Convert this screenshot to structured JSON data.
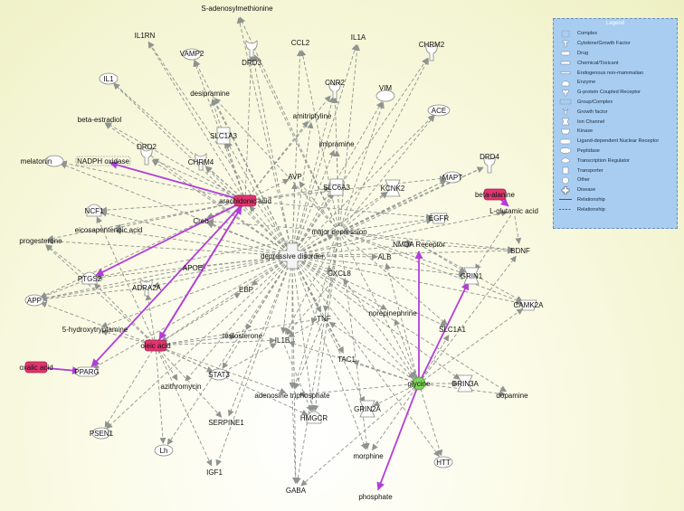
{
  "legend": {
    "title": "Legend",
    "items": [
      {
        "label": "Complex",
        "shape": "complex"
      },
      {
        "label": "Cytokine/Growth Factor",
        "shape": "cytokine"
      },
      {
        "label": "Drug",
        "shape": "drug"
      },
      {
        "label": "Chemical/Toxicant",
        "shape": "chemical"
      },
      {
        "label": "Endogenous non-mammalian",
        "shape": "endogenous"
      },
      {
        "label": "Enzyme",
        "shape": "enzyme"
      },
      {
        "label": "G-protein Coupled Receptor",
        "shape": "gpcr"
      },
      {
        "label": "Group/Complex",
        "shape": "group"
      },
      {
        "label": "Growth factor",
        "shape": "growth"
      },
      {
        "label": "Ion Channel",
        "shape": "ion"
      },
      {
        "label": "Kinase",
        "shape": "kinase"
      },
      {
        "label": "Ligand-dependent Nuclear Receptor",
        "shape": "nuclear"
      },
      {
        "label": "Peptidase",
        "shape": "peptidase"
      },
      {
        "label": "Transcription Regulator",
        "shape": "transcription"
      },
      {
        "label": "Transporter",
        "shape": "transporter"
      },
      {
        "label": "Other",
        "shape": "other"
      },
      {
        "label": "Disease",
        "shape": "disease"
      },
      {
        "label": "Relationship",
        "shape": "solid-line"
      },
      {
        "label": "Relationship",
        "shape": "dashed-line"
      }
    ]
  },
  "colors": {
    "edge": "#8f9490",
    "highlight_edge": "#b23ed8",
    "highlight_node": "#e0356f",
    "glycine_node": "#7fd35a",
    "node_fill": "#ffffff",
    "node_stroke": "#888888"
  },
  "nodes": [
    {
      "id": "sam",
      "label": "S-adenosylmethionine",
      "shape": "none"
    },
    {
      "id": "il1rn",
      "label": "IL1RN",
      "shape": "none"
    },
    {
      "id": "ccl2",
      "label": "CCL2",
      "shape": "none"
    },
    {
      "id": "il1a",
      "label": "IL1A",
      "shape": "none"
    },
    {
      "id": "vamp2",
      "label": "VAMP2",
      "shape": "other"
    },
    {
      "id": "drd3",
      "label": "DRD3",
      "shape": "gpcr"
    },
    {
      "id": "chrm2",
      "label": "CHRM2",
      "shape": "gpcr"
    },
    {
      "id": "il1",
      "label": "IL1",
      "shape": "other"
    },
    {
      "id": "cnr2",
      "label": "CNR2",
      "shape": "gpcr"
    },
    {
      "id": "desipramine",
      "label": "desipramine",
      "shape": "none"
    },
    {
      "id": "vim",
      "label": "VIM",
      "shape": "other"
    },
    {
      "id": "ace",
      "label": "ACE",
      "shape": "peptidase"
    },
    {
      "id": "amitriptyline",
      "label": "amitriptyline",
      "shape": "none"
    },
    {
      "id": "estradiol",
      "label": "beta-estradiol",
      "shape": "none"
    },
    {
      "id": "slc1a3",
      "label": "SLC1A3",
      "shape": "transporter"
    },
    {
      "id": "imipramine",
      "label": "imipramine",
      "shape": "none"
    },
    {
      "id": "drd2",
      "label": "DRD2",
      "shape": "gpcr"
    },
    {
      "id": "chrm4",
      "label": "CHRM4",
      "shape": "gpcr"
    },
    {
      "id": "melatonin",
      "label": "melatonin",
      "shape": "other"
    },
    {
      "id": "nadph",
      "label": "NADPH oxidase",
      "shape": "group"
    },
    {
      "id": "avp",
      "label": "AVP",
      "shape": "none"
    },
    {
      "id": "mapt",
      "label": "MAPT",
      "shape": "other"
    },
    {
      "id": "drd4",
      "label": "DRD4",
      "shape": "gpcr"
    },
    {
      "id": "arach",
      "label": "arachidonic acid",
      "shape": "highlight"
    },
    {
      "id": "slc6a3",
      "label": "SLC6A3",
      "shape": "transporter"
    },
    {
      "id": "kcnk2",
      "label": "KCNK2",
      "shape": "ion"
    },
    {
      "id": "betaalanine",
      "label": "beta-alanine",
      "shape": "highlight"
    },
    {
      "id": "ncf1",
      "label": "NCF1",
      "shape": "enzyme"
    },
    {
      "id": "creb",
      "label": "Creb",
      "shape": "none"
    },
    {
      "id": "egfr",
      "label": "EGFR",
      "shape": "kinase"
    },
    {
      "id": "glutamic",
      "label": "L-glutamic acid",
      "shape": "none"
    },
    {
      "id": "eicosa",
      "label": "eicosapentenoic acid",
      "shape": "none"
    },
    {
      "id": "majordep",
      "label": "major depression",
      "shape": "none"
    },
    {
      "id": "progesterone",
      "label": "progesterone",
      "shape": "none"
    },
    {
      "id": "bdnf",
      "label": "BDNF",
      "shape": "none"
    },
    {
      "id": "nmda",
      "label": "NMDA Receptor",
      "shape": "none"
    },
    {
      "id": "depdis",
      "label": "depressive disorder",
      "shape": "disease"
    },
    {
      "id": "ptgs2",
      "label": "PTGS2",
      "shape": "enzyme"
    },
    {
      "id": "apoe",
      "label": "APOE",
      "shape": "none"
    },
    {
      "id": "adra2a",
      "label": "ADRA2A",
      "shape": "gpcr"
    },
    {
      "id": "grin1",
      "label": "GRIN1",
      "shape": "ion"
    },
    {
      "id": "alb",
      "label": "ALB",
      "shape": "none"
    },
    {
      "id": "cxcl8",
      "label": "CXCL8",
      "shape": "none"
    },
    {
      "id": "app",
      "label": "APP",
      "shape": "other"
    },
    {
      "id": "ebp",
      "label": "EBP",
      "shape": "none"
    },
    {
      "id": "camk2a",
      "label": "CAMK2A",
      "shape": "kinase"
    },
    {
      "id": "tnf",
      "label": "TNF",
      "shape": "none"
    },
    {
      "id": "norepi",
      "label": "norepinephrine",
      "shape": "none"
    },
    {
      "id": "ht",
      "label": "5-hydroxytryptamine",
      "shape": "none"
    },
    {
      "id": "slc1a1",
      "label": "SLC1A1",
      "shape": "none"
    },
    {
      "id": "oleic",
      "label": "oleic acid",
      "shape": "highlight"
    },
    {
      "id": "testosterone",
      "label": "testosterone",
      "shape": "none"
    },
    {
      "id": "il1b",
      "label": "IL1B",
      "shape": "none"
    },
    {
      "id": "oxalic",
      "label": "oxalic acid",
      "shape": "highlight"
    },
    {
      "id": "pparg",
      "label": "PPARG",
      "shape": "nuclear"
    },
    {
      "id": "tac1",
      "label": "TAC1",
      "shape": "none"
    },
    {
      "id": "stat3",
      "label": "STAT3",
      "shape": "other"
    },
    {
      "id": "glycine",
      "label": "glycine",
      "shape": "glycine"
    },
    {
      "id": "grin3a",
      "label": "GRIN3A",
      "shape": "ion"
    },
    {
      "id": "azithro",
      "label": "azithromycin",
      "shape": "none"
    },
    {
      "id": "atp",
      "label": "adenosine triphosphate",
      "shape": "none"
    },
    {
      "id": "dopamine",
      "label": "dopamine",
      "shape": "none"
    },
    {
      "id": "grin2a",
      "label": "GRIN2A",
      "shape": "ion"
    },
    {
      "id": "serpine1",
      "label": "SERPINE1",
      "shape": "none"
    },
    {
      "id": "hmgcr",
      "label": "HMGCR",
      "shape": "enzyme"
    },
    {
      "id": "psen1",
      "label": "PSEN1",
      "shape": "other"
    },
    {
      "id": "lh",
      "label": "Lh",
      "shape": "other"
    },
    {
      "id": "morphine",
      "label": "morphine",
      "shape": "none"
    },
    {
      "id": "htt",
      "label": "HTT",
      "shape": "other"
    },
    {
      "id": "igf1",
      "label": "IGF1",
      "shape": "none"
    },
    {
      "id": "gaba",
      "label": "GABA",
      "shape": "none"
    },
    {
      "id": "phosphate",
      "label": "phosphate",
      "shape": "none"
    }
  ],
  "edges_dashed": [
    [
      "depdis",
      "sam"
    ],
    [
      "depdis",
      "il1rn"
    ],
    [
      "depdis",
      "ccl2"
    ],
    [
      "depdis",
      "il1a"
    ],
    [
      "depdis",
      "vamp2"
    ],
    [
      "depdis",
      "drd3"
    ],
    [
      "depdis",
      "chrm2"
    ],
    [
      "depdis",
      "il1"
    ],
    [
      "depdis",
      "cnr2"
    ],
    [
      "depdis",
      "desipramine"
    ],
    [
      "depdis",
      "vim"
    ],
    [
      "depdis",
      "ace"
    ],
    [
      "depdis",
      "amitriptyline"
    ],
    [
      "depdis",
      "estradiol"
    ],
    [
      "depdis",
      "slc1a3"
    ],
    [
      "depdis",
      "imipramine"
    ],
    [
      "depdis",
      "drd2"
    ],
    [
      "depdis",
      "chrm4"
    ],
    [
      "depdis",
      "melatonin"
    ],
    [
      "depdis",
      "avp"
    ],
    [
      "depdis",
      "mapt"
    ],
    [
      "depdis",
      "drd4"
    ],
    [
      "depdis",
      "slc6a3"
    ],
    [
      "depdis",
      "kcnk2"
    ],
    [
      "depdis",
      "ncf1"
    ],
    [
      "depdis",
      "creb"
    ],
    [
      "depdis",
      "egfr"
    ],
    [
      "depdis",
      "glutamic"
    ],
    [
      "depdis",
      "eicosa"
    ],
    [
      "depdis",
      "progesterone"
    ],
    [
      "depdis",
      "bdnf"
    ],
    [
      "depdis",
      "nmda"
    ],
    [
      "depdis",
      "ptgs2"
    ],
    [
      "depdis",
      "apoe"
    ],
    [
      "depdis",
      "adra2a"
    ],
    [
      "depdis",
      "grin1"
    ],
    [
      "depdis",
      "alb"
    ],
    [
      "depdis",
      "cxcl8"
    ],
    [
      "depdis",
      "app"
    ],
    [
      "depdis",
      "ebp"
    ],
    [
      "depdis",
      "camk2a"
    ],
    [
      "depdis",
      "tnf"
    ],
    [
      "depdis",
      "norepi"
    ],
    [
      "depdis",
      "ht"
    ],
    [
      "depdis",
      "slc1a1"
    ],
    [
      "depdis",
      "testosterone"
    ],
    [
      "depdis",
      "il1b"
    ],
    [
      "depdis",
      "pparg"
    ],
    [
      "depdis",
      "tac1"
    ],
    [
      "depdis",
      "stat3"
    ],
    [
      "depdis",
      "grin3a"
    ],
    [
      "depdis",
      "azithro"
    ],
    [
      "depdis",
      "atp"
    ],
    [
      "depdis",
      "dopamine"
    ],
    [
      "depdis",
      "grin2a"
    ],
    [
      "depdis",
      "serpine1"
    ],
    [
      "depdis",
      "hmgcr"
    ],
    [
      "depdis",
      "psen1"
    ],
    [
      "depdis",
      "lh"
    ],
    [
      "depdis",
      "morphine"
    ],
    [
      "depdis",
      "htt"
    ],
    [
      "depdis",
      "igf1"
    ],
    [
      "depdis",
      "gaba"
    ],
    [
      "depdis",
      "majordep"
    ],
    [
      "depdis",
      "oleic"
    ],
    [
      "depdis",
      "glycine"
    ],
    [
      "depdis",
      "arach"
    ],
    [
      "majordep",
      "sam"
    ],
    [
      "majordep",
      "ccl2"
    ],
    [
      "majordep",
      "il1a"
    ],
    [
      "majordep",
      "drd3"
    ],
    [
      "majordep",
      "chrm2"
    ],
    [
      "majordep",
      "cnr2"
    ],
    [
      "majordep",
      "vim"
    ],
    [
      "majordep",
      "ace"
    ],
    [
      "majordep",
      "imipramine"
    ],
    [
      "majordep",
      "avp"
    ],
    [
      "majordep",
      "mapt"
    ],
    [
      "majordep",
      "drd4"
    ],
    [
      "majordep",
      "kcnk2"
    ],
    [
      "majordep",
      "egfr"
    ],
    [
      "majordep",
      "bdnf"
    ],
    [
      "majordep",
      "nmda"
    ],
    [
      "majordep",
      "grin1"
    ],
    [
      "majordep",
      "camk2a"
    ],
    [
      "majordep",
      "tnf"
    ],
    [
      "majordep",
      "slc1a1"
    ],
    [
      "majordep",
      "atp"
    ],
    [
      "majordep",
      "gaba"
    ],
    [
      "majordep",
      "hmgcr"
    ],
    [
      "majordep",
      "morphine"
    ],
    [
      "majordep",
      "glycine"
    ],
    [
      "majordep",
      "creb"
    ],
    [
      "majordep",
      "ptgs2"
    ],
    [
      "majordep",
      "il1b"
    ],
    [
      "majordep",
      "desipramine"
    ],
    [
      "arach",
      "il1rn"
    ],
    [
      "arach",
      "vamp2"
    ],
    [
      "arach",
      "drd3"
    ],
    [
      "arach",
      "il1"
    ],
    [
      "arach",
      "desipramine"
    ],
    [
      "arach",
      "estradiol"
    ],
    [
      "arach",
      "slc1a3"
    ],
    [
      "arach",
      "drd2"
    ],
    [
      "arach",
      "chrm4"
    ],
    [
      "arach",
      "melatonin"
    ],
    [
      "arach",
      "avp"
    ],
    [
      "arach",
      "slc6a3"
    ],
    [
      "arach",
      "ncf1"
    ],
    [
      "arach",
      "creb"
    ],
    [
      "arach",
      "eicosa"
    ],
    [
      "arach",
      "progesterone"
    ],
    [
      "arach",
      "amitriptyline"
    ],
    [
      "arach",
      "cnr2"
    ],
    [
      "arach",
      "app"
    ],
    [
      "arach",
      "mapt"
    ],
    [
      "arach",
      "egfr"
    ],
    [
      "oleic",
      "ptgs2"
    ],
    [
      "oleic",
      "app"
    ],
    [
      "oleic",
      "ht"
    ],
    [
      "oleic",
      "testosterone"
    ],
    [
      "oleic",
      "stat3"
    ],
    [
      "oleic",
      "azithro"
    ],
    [
      "oleic",
      "serpine1"
    ],
    [
      "oleic",
      "psen1"
    ],
    [
      "oleic",
      "lh"
    ],
    [
      "oleic",
      "igf1"
    ],
    [
      "oleic",
      "ncf1"
    ],
    [
      "oleic",
      "progesterone"
    ],
    [
      "oleic",
      "adra2a"
    ],
    [
      "oleic",
      "tnf"
    ],
    [
      "oleic",
      "atp"
    ],
    [
      "oleic",
      "hmgcr"
    ],
    [
      "oleic",
      "ebp"
    ],
    [
      "oleic",
      "il1b"
    ],
    [
      "glycine",
      "grin1"
    ],
    [
      "glycine",
      "grin3a"
    ],
    [
      "glycine",
      "grin2a"
    ],
    [
      "glycine",
      "dopamine"
    ],
    [
      "glycine",
      "slc1a1"
    ],
    [
      "glycine",
      "camk2a"
    ],
    [
      "glycine",
      "bdnf"
    ],
    [
      "glycine",
      "morphine"
    ],
    [
      "glycine",
      "htt"
    ],
    [
      "glycine",
      "gaba"
    ],
    [
      "glycine",
      "atp"
    ],
    [
      "glycine",
      "tac1"
    ],
    [
      "glycine",
      "norepi"
    ],
    [
      "glycine",
      "alb"
    ],
    [
      "glycine",
      "il1b"
    ],
    [
      "glycine",
      "tnf"
    ],
    [
      "glycine",
      "cxcl8"
    ],
    [
      "nmda",
      "grin1"
    ],
    [
      "nmda",
      "camk2a"
    ],
    [
      "nmda",
      "bdnf"
    ],
    [
      "glutamic",
      "bdnf"
    ],
    [
      "glutamic",
      "grin1"
    ],
    [
      "tnf",
      "il1b"
    ],
    [
      "tnf",
      "atp"
    ],
    [
      "tnf",
      "tac1"
    ],
    [
      "il1b",
      "hmgcr"
    ],
    [
      "atp",
      "gaba"
    ],
    [
      "stat3",
      "il1b"
    ],
    [
      "cxcl8",
      "il1b"
    ],
    [
      "ptgs2",
      "app"
    ],
    [
      "ptgs2",
      "progesterone"
    ],
    [
      "adra2a",
      "app"
    ],
    [
      "apoe",
      "app"
    ]
  ],
  "edges_highlight": [
    [
      "arach",
      "nadph"
    ],
    [
      "arach",
      "ptgs2"
    ],
    [
      "arach",
      "pparg"
    ],
    [
      "arach",
      "oleic"
    ],
    [
      "oleic",
      "arach"
    ],
    [
      "betaalanine",
      "glutamic"
    ],
    [
      "oxalic",
      "pparg"
    ],
    [
      "glycine",
      "grin1"
    ],
    [
      "glycine",
      "nmda"
    ],
    [
      "glycine",
      "phosphate"
    ]
  ]
}
